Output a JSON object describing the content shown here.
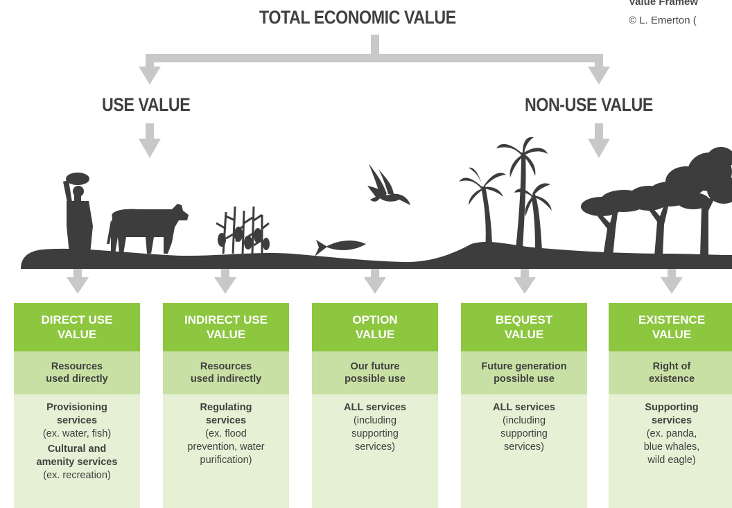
{
  "title": "TOTAL ECONOMIC VALUE",
  "corner": {
    "line1": "Value Framew",
    "line2": "© L. Emerton ("
  },
  "branches": {
    "use": "USE VALUE",
    "non_use": "NON-USE VALUE"
  },
  "columns": [
    {
      "title1": "DIRECT USE",
      "title2": "VALUE",
      "sub1": "Resources",
      "sub2": "used directly",
      "groups": [
        {
          "bold": [
            "Provisioning",
            "services"
          ],
          "normal": [
            "(ex. water, fish)"
          ]
        },
        {
          "bold": [
            "Cultural and",
            "amenity services"
          ],
          "normal": [
            "(ex. recreation)"
          ]
        }
      ]
    },
    {
      "title1": "INDIRECT USE",
      "title2": "VALUE",
      "sub1": "Resources",
      "sub2": "used indirectly",
      "groups": [
        {
          "bold": [
            "Regulating",
            "services"
          ],
          "normal": [
            "(ex. flood",
            "prevention, water",
            "purification)"
          ]
        }
      ]
    },
    {
      "title1": "OPTION",
      "title2": "VALUE",
      "sub1": "Our future",
      "sub2": "possible use",
      "groups": [
        {
          "bold": [
            "ALL services"
          ],
          "normal": [
            "(including",
            "supporting",
            "services)"
          ]
        }
      ]
    },
    {
      "title1": "BEQUEST",
      "title2": "VALUE",
      "sub1": "Future generation",
      "sub2": "possible use",
      "groups": [
        {
          "bold": [
            "ALL services"
          ],
          "normal": [
            "(including",
            "supporting",
            "services)"
          ]
        }
      ]
    },
    {
      "title1": "EXISTENCE",
      "title2": "VALUE",
      "sub1": "Right of",
      "sub2": "existence",
      "groups": [
        {
          "bold": [
            "Supporting",
            "services"
          ],
          "normal": [
            "(ex. panda,",
            "blue whales,",
            "wild eagle)"
          ]
        }
      ]
    }
  ],
  "colors": {
    "header_green": "#8dc63f",
    "sub_green": "#c9e0a4",
    "body_green": "#e6f0d4",
    "arrow_gray": "#c8c8c8",
    "silhouette": "#3d3d3d",
    "text_dark": "#404040"
  },
  "icons": [
    "woman-carrying-load-icon",
    "cow-icon",
    "maize-icon",
    "fish-icon",
    "bird-icon",
    "palm-trees-icon",
    "acacia-trees-icon"
  ]
}
